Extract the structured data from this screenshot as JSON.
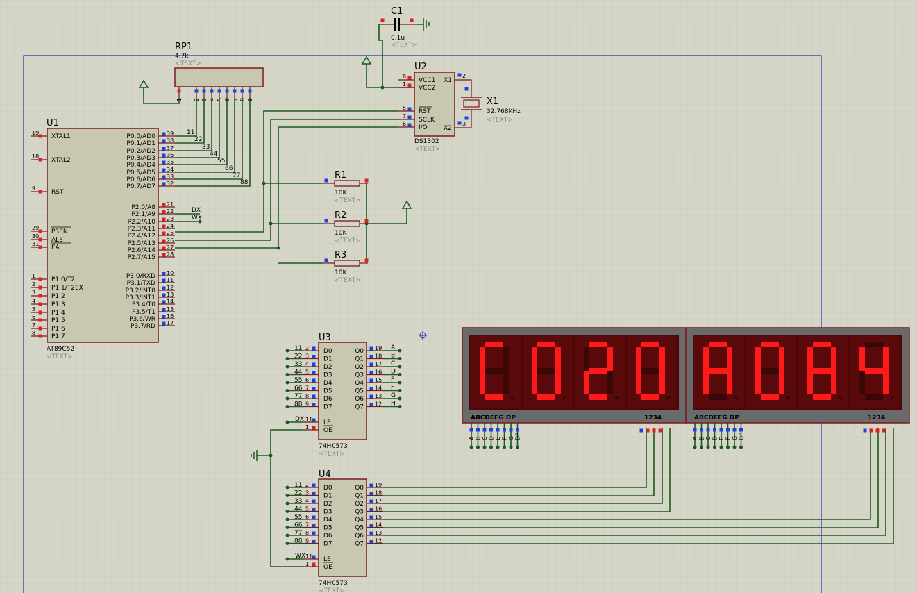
{
  "grid": {
    "minor_color": "#cfcfbf",
    "major_color": "#bdbdab",
    "background": "#d6d6c8"
  },
  "colors": {
    "wire": "#1a5a1a",
    "body_fill": "#c8c8b0",
    "body_stroke": "#7a1a1a",
    "pin_red": "#e02020",
    "pin_blue": "#2040e0",
    "seg_on": "#ff1a1a",
    "seg_off": "#3a0606",
    "display_bezel": "#6a6a6a"
  },
  "components": {
    "U1": {
      "ref": "U1",
      "part": "AT89C52",
      "text": "<TEXT>",
      "left_pins": [
        {
          "num": "19",
          "name": "XTAL1",
          "overbar": false
        },
        {
          "num": "18",
          "name": "XTAL2",
          "overbar": false
        },
        {
          "num": "9",
          "name": "RST",
          "overbar": false
        },
        {
          "num": "29",
          "name": "PSEN",
          "overbar": true
        },
        {
          "num": "30",
          "name": "ALE",
          "overbar": false
        },
        {
          "num": "31",
          "name": "EA",
          "overbar": true
        },
        {
          "num": "1",
          "name": "P1.0/T2",
          "overbar": false
        },
        {
          "num": "2",
          "name": "P1.1/T2EX",
          "overbar": false
        },
        {
          "num": "3",
          "name": "P1.2",
          "overbar": false
        },
        {
          "num": "4",
          "name": "P1.3",
          "overbar": false
        },
        {
          "num": "5",
          "name": "P1.4",
          "overbar": false
        },
        {
          "num": "6",
          "name": "P1.5",
          "overbar": false
        },
        {
          "num": "7",
          "name": "P1.6",
          "overbar": false
        },
        {
          "num": "8",
          "name": "P1.7",
          "overbar": false
        }
      ],
      "right_pins": [
        {
          "num": "39",
          "name": "P0.0/AD0"
        },
        {
          "num": "38",
          "name": "P0.1/AD1"
        },
        {
          "num": "37",
          "name": "P0.2/AD2"
        },
        {
          "num": "36",
          "name": "P0.3/AD3"
        },
        {
          "num": "35",
          "name": "P0.4/AD4"
        },
        {
          "num": "34",
          "name": "P0.5/AD5"
        },
        {
          "num": "33",
          "name": "P0.6/AD6"
        },
        {
          "num": "32",
          "name": "P0.7/AD7"
        },
        {
          "num": "21",
          "name": "P2.0/A8"
        },
        {
          "num": "22",
          "name": "P2.1/A9"
        },
        {
          "num": "23",
          "name": "P2.2/A10"
        },
        {
          "num": "24",
          "name": "P2.3/A11"
        },
        {
          "num": "25",
          "name": "P2.4/A12"
        },
        {
          "num": "26",
          "name": "P2.5/A13"
        },
        {
          "num": "27",
          "name": "P2.6/A14"
        },
        {
          "num": "28",
          "name": "P2.7/A15"
        },
        {
          "num": "10",
          "name": "P3.0/RXD"
        },
        {
          "num": "11",
          "name": "P3.1/TXD"
        },
        {
          "num": "12",
          "name": "P3.2/INT0"
        },
        {
          "num": "13",
          "name": "P3.3/INT1"
        },
        {
          "num": "14",
          "name": "P3.4/T0"
        },
        {
          "num": "15",
          "name": "P3.5/T1"
        },
        {
          "num": "16",
          "name": "P3.6/WR"
        },
        {
          "num": "17",
          "name": "P3.7/RD"
        }
      ],
      "net_labels_p0": [
        "11",
        "22",
        "33",
        "44",
        "55",
        "66",
        "77",
        "88"
      ],
      "net_labels_p2": [
        "DX",
        "WX"
      ]
    },
    "RP1": {
      "ref": "RP1",
      "value": "4.7k",
      "text": "<TEXT>",
      "pins": [
        "1",
        "2",
        "3",
        "4",
        "5",
        "6",
        "7",
        "8",
        "9"
      ]
    },
    "C1": {
      "ref": "C1",
      "value": "0.1u",
      "text": "<TEXT>"
    },
    "U2": {
      "ref": "U2",
      "part": "DS1302",
      "text": "<TEXT>",
      "left_pins": [
        {
          "num": "8",
          "name": "VCC1"
        },
        {
          "num": "1",
          "name": "VCC2"
        },
        {
          "num": "5",
          "name": "RST"
        },
        {
          "num": "7",
          "name": "SCLK"
        },
        {
          "num": "6",
          "name": "I/O"
        }
      ],
      "right_pins": [
        {
          "num": "2",
          "name": "X1"
        },
        {
          "num": "3",
          "name": "X2"
        }
      ]
    },
    "X1": {
      "ref": "X1",
      "value": "32.768KHz",
      "text": "<TEXT>"
    },
    "R1": {
      "ref": "R1",
      "value": "10K",
      "text": "<TEXT>"
    },
    "R2": {
      "ref": "R2",
      "value": "10K",
      "text": "<TEXT>"
    },
    "R3": {
      "ref": "R3",
      "value": "10K",
      "text": "<TEXT>"
    },
    "U3": {
      "ref": "U3",
      "part": "74HC573",
      "text": "<TEXT>",
      "d_pins": [
        "2",
        "3",
        "4",
        "5",
        "6",
        "7",
        "8",
        "9"
      ],
      "q_pins": [
        "19",
        "18",
        "17",
        "16",
        "15",
        "14",
        "13",
        "12"
      ],
      "d_names": [
        "D0",
        "D1",
        "D2",
        "D3",
        "D4",
        "D5",
        "D6",
        "D7"
      ],
      "q_names": [
        "Q0",
        "Q1",
        "Q2",
        "Q3",
        "Q4",
        "Q5",
        "Q6",
        "Q7"
      ],
      "in_labels": [
        "11",
        "22",
        "33",
        "44",
        "55",
        "66",
        "77",
        "88"
      ],
      "out_labels": [
        "A",
        "B",
        "C",
        "D",
        "E",
        "F",
        "G",
        "H"
      ],
      "le_pin": "11",
      "oe_pin": "1",
      "le_label": "DX"
    },
    "U4": {
      "ref": "U4",
      "part": "74HC573",
      "text": "<TEXT>",
      "d_pins": [
        "2",
        "3",
        "4",
        "5",
        "6",
        "7",
        "8",
        "9"
      ],
      "q_pins": [
        "19",
        "18",
        "17",
        "16",
        "15",
        "14",
        "13",
        "12"
      ],
      "d_names": [
        "D0",
        "D1",
        "D2",
        "D3",
        "D4",
        "D5",
        "D6",
        "D7"
      ],
      "q_names": [
        "Q0",
        "Q1",
        "Q2",
        "Q3",
        "Q4",
        "Q5",
        "Q6",
        "Q7"
      ],
      "in_labels": [
        "11",
        "22",
        "33",
        "44",
        "55",
        "66",
        "77",
        "88"
      ],
      "le_pin": "11",
      "oe_pin": "1",
      "le_label": "WX"
    },
    "displays": [
      {
        "chars": [
          "C",
          "0",
          "2",
          "0"
        ],
        "seg_label": "ABCDEFG DP",
        "dig_label": "1234",
        "pin_labels": [
          "A",
          "B",
          "C",
          "D",
          "E",
          "F",
          "G",
          "DP"
        ]
      },
      {
        "chars": [
          "A",
          "0",
          "8",
          "4"
        ],
        "seg_label": "ABCDEFG DP",
        "dig_label": "1234",
        "pin_labels": [
          "A",
          "B",
          "C",
          "D",
          "E",
          "F",
          "G",
          "DP"
        ]
      }
    ]
  }
}
